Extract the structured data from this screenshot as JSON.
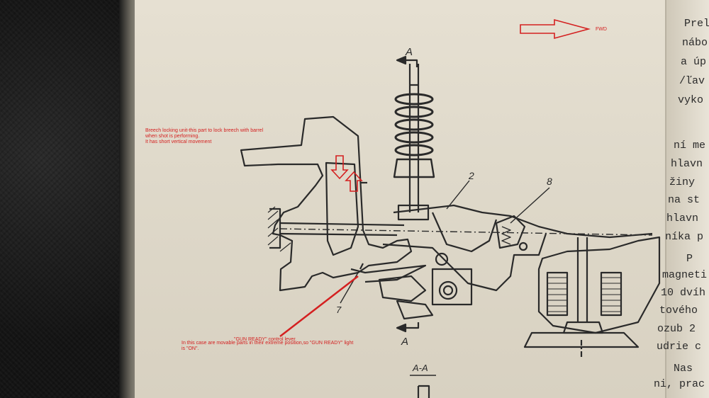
{
  "annotations": {
    "fwd_label": "FWD",
    "breech_line1": "Breech locking unit-this part to lock breech with barrel",
    "breech_line2": "when shot is performing.",
    "breech_line3": "It has short vertical movement",
    "lever_label": "\"GUN READY\" control lever",
    "note_line1": "In this case are movable parts in their extreme position,so \"GUN READY\" light",
    "note_line2": "is \"ON\"."
  },
  "drawing_labels": {
    "section_top": "A",
    "section_bottom": "A",
    "part_2": "2",
    "part_8": "8",
    "part_7": "7",
    "section_title": "A-A"
  },
  "side_text": [
    "Prel",
    "nábo",
    "a úp",
    "/ľav",
    "vyko",
    "ní me",
    "hlavn",
    "žiny",
    "na st",
    "hlavn",
    "níka p",
    "P",
    "magneti",
    "10 dvíh",
    "tového",
    "ozub 2",
    "udrie c",
    "Nas",
    "ni, prac"
  ],
  "colors": {
    "annotation": "#d42020",
    "ink": "#2a2a2a",
    "paper": "#e2dccd"
  }
}
